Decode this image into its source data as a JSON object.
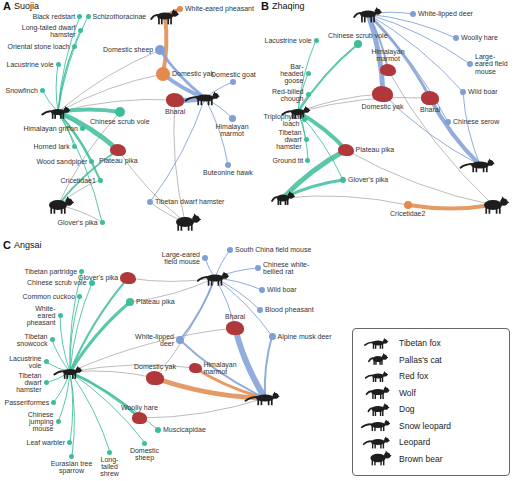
{
  "diagram": {
    "nodes": [
      {
        "text": [
          "Schizothoracinae"
        ]
      },
      {
        "text": [
          "White-eared pheasant"
        ]
      },
      {
        "text": [
          "Black redstart"
        ]
      },
      {
        "text": [
          "Long-tailed dwarf hamster"
        ]
      },
      {
        "text": [
          "Oriental stone loach"
        ]
      },
      {
        "text": [
          "Lacustrine vole"
        ]
      },
      {
        "text": [
          "Snowfinch"
        ]
      },
      {
        "text": [
          "Himalayan griffon"
        ]
      },
      {
        "text": [
          "Horned lark"
        ]
      },
      {
        "text": [
          "Wood sandpiper"
        ]
      },
      {
        "text": [
          "Cricetidae1"
        ]
      },
      {
        "text": [
          "Glover's pika"
        ]
      },
      {
        "text": [
          "Tibetan dwarf hamster"
        ]
      },
      {
        "text": [
          "Buteonine hawk"
        ]
      },
      {
        "text": [
          "Himalayan marmot"
        ]
      },
      {
        "text": [
          "Domestic goat"
        ]
      },
      {
        "text": [
          "Domestic sheep"
        ]
      },
      {
        "text": [
          "Domestic yak"
        ]
      },
      {
        "text": [
          "Bharal"
        ]
      },
      {
        "text": [
          "Chinese scrub vole"
        ]
      },
      {
        "text": [
          "Plateau pika"
        ]
      },
      {
        "text": [
          "White-lipped deer"
        ]
      },
      {
        "text": [
          "Woolly hare"
        ]
      },
      {
        "text": [
          "Large-eared field mouse"
        ]
      },
      {
        "text": [
          "Wild boar"
        ]
      },
      {
        "text": [
          "Chinese serow"
        ]
      },
      {
        "text": [
          "Chinese scrub vole"
        ]
      },
      {
        "text": [
          "Lacustrine vole"
        ]
      },
      {
        "text": [
          "Himalayan marmot"
        ]
      },
      {
        "text": [
          "Bar-headed goose"
        ]
      },
      {
        "text": [
          "Red-billed chough"
        ]
      },
      {
        "text": [
          "Domestic yak"
        ]
      },
      {
        "text": [
          "Bharal"
        ]
      },
      {
        "text": [
          "Triplophysa loach"
        ]
      },
      {
        "text": [
          "Tibetan dwarf hamster"
        ]
      },
      {
        "text": [
          "Ground tit"
        ]
      },
      {
        "text": [
          "Plateau pika"
        ]
      },
      {
        "text": [
          "Glover's pika"
        ]
      },
      {
        "text": [
          "Cricetidae2"
        ]
      },
      {
        "text": [
          "Large-eared field mouse"
        ]
      },
      {
        "text": [
          "South China field mouse"
        ]
      },
      {
        "text": [
          "Chinese white-bellied rat"
        ]
      },
      {
        "text": [
          "Wild boar"
        ]
      },
      {
        "text": [
          "Blood pheasant"
        ]
      },
      {
        "text": [
          "Alpine musk deer"
        ]
      },
      {
        "text": [
          "Bharal"
        ]
      },
      {
        "text": [
          "White-lipped deer"
        ]
      },
      {
        "text": [
          "Himalayan marmot"
        ]
      },
      {
        "text": [
          "Domestic yak"
        ]
      },
      {
        "text": [
          "Woolly hare"
        ]
      },
      {
        "text": [
          "Glover's pika"
        ]
      },
      {
        "text": [
          "Plateau pika"
        ]
      },
      {
        "text": [
          "Tibetan partridge"
        ]
      },
      {
        "text": [
          "Chinese scrub vole"
        ]
      },
      {
        "text": [
          "Common cuckoo"
        ]
      },
      {
        "text": [
          "White-eared pheasant"
        ]
      },
      {
        "text": [
          "Tibetan snowcock"
        ]
      },
      {
        "text": [
          "Lacustrine vole"
        ]
      },
      {
        "text": [
          "Tibetan dwarf hamster"
        ]
      },
      {
        "text": [
          "Passeriformes"
        ]
      },
      {
        "text": [
          "Chinese jumping mouse"
        ]
      },
      {
        "text": [
          "Leaf warbler"
        ]
      },
      {
        "text": [
          "Eurasian tree sparrow"
        ]
      },
      {
        "text": [
          "Long-tailed shrew"
        ]
      },
      {
        "text": [
          "Domestic sheep"
        ]
      },
      {
        "text": [
          "Muscicapidae"
        ]
      }
    ],
    "labels": [
      "A",
      "Suojia",
      "B",
      "Zhaqing",
      "C",
      "Angsai"
    ],
    "legend": [
      {
        "text": "Tibetan fox"
      },
      {
        "text": "Pallas's cat"
      },
      {
        "text": "Red fox"
      },
      {
        "text": "Wolf"
      },
      {
        "text": "Dog"
      },
      {
        "text": "Snow leopard"
      },
      {
        "text": "Leopard"
      },
      {
        "text": "Brown bear"
      }
    ]
  }
}
